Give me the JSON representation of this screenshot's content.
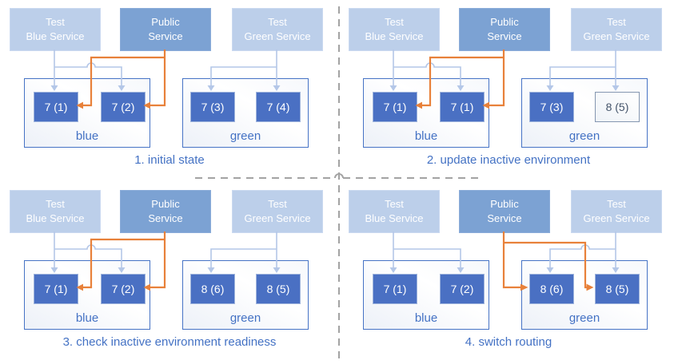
{
  "colors": {
    "accent_blue": "#4472c4",
    "pod_fill": "#4a70c3",
    "public_service_fill": "#7ca2d3",
    "test_service_fill": "#bccfea",
    "arrow_light_blue": "#b4c7e8",
    "arrow_orange": "#e8813a",
    "inactive_pod_text": "#44546a",
    "divider_gray": "#a3a3a3"
  },
  "quadrants": [
    {
      "caption": "1. initial state",
      "public_routes_to": "blue",
      "services": [
        {
          "lines": [
            "Test",
            "Blue Service"
          ]
        },
        {
          "lines": [
            "Public",
            "Service"
          ]
        },
        {
          "lines": [
            "Test",
            "Green Service"
          ]
        }
      ],
      "environments": [
        {
          "label": "blue",
          "pods": [
            {
              "label": "7 (1)",
              "active": true
            },
            {
              "label": "7 (2)",
              "active": true
            }
          ]
        },
        {
          "label": "green",
          "pods": [
            {
              "label": "7 (3)",
              "active": true
            },
            {
              "label": "7 (4)",
              "active": true
            }
          ]
        }
      ]
    },
    {
      "caption": "2. update inactive environment",
      "public_routes_to": "blue",
      "services": [
        {
          "lines": [
            "Test",
            "Blue Service"
          ]
        },
        {
          "lines": [
            "Public",
            "Service"
          ]
        },
        {
          "lines": [
            "Test",
            "Green Service"
          ]
        }
      ],
      "environments": [
        {
          "label": "blue",
          "pods": [
            {
              "label": "7 (1)",
              "active": true
            },
            {
              "label": "7 (1)",
              "active": true
            }
          ]
        },
        {
          "label": "green",
          "pods": [
            {
              "label": "7 (3)",
              "active": true
            },
            {
              "label": "8 (5)",
              "active": false
            }
          ]
        }
      ]
    },
    {
      "caption": "3. check inactive environment readiness",
      "public_routes_to": "blue",
      "services": [
        {
          "lines": [
            "Test",
            "Blue Service"
          ]
        },
        {
          "lines": [
            "Public",
            "Service"
          ]
        },
        {
          "lines": [
            "Test",
            "Green Service"
          ]
        }
      ],
      "environments": [
        {
          "label": "blue",
          "pods": [
            {
              "label": "7 (1)",
              "active": true
            },
            {
              "label": "7 (2)",
              "active": true
            }
          ]
        },
        {
          "label": "green",
          "pods": [
            {
              "label": "8 (6)",
              "active": true
            },
            {
              "label": "8 (5)",
              "active": true
            }
          ]
        }
      ]
    },
    {
      "caption": "4. switch routing",
      "public_routes_to": "green",
      "services": [
        {
          "lines": [
            "Test",
            "Blue Service"
          ]
        },
        {
          "lines": [
            "Public",
            "Service"
          ]
        },
        {
          "lines": [
            "Test",
            "Green Service"
          ]
        }
      ],
      "environments": [
        {
          "label": "blue",
          "pods": [
            {
              "label": "7 (1)",
              "active": true
            },
            {
              "label": "7 (2)",
              "active": true
            }
          ]
        },
        {
          "label": "green",
          "pods": [
            {
              "label": "8 (6)",
              "active": true
            },
            {
              "label": "8 (5)",
              "active": true
            }
          ]
        }
      ]
    }
  ]
}
